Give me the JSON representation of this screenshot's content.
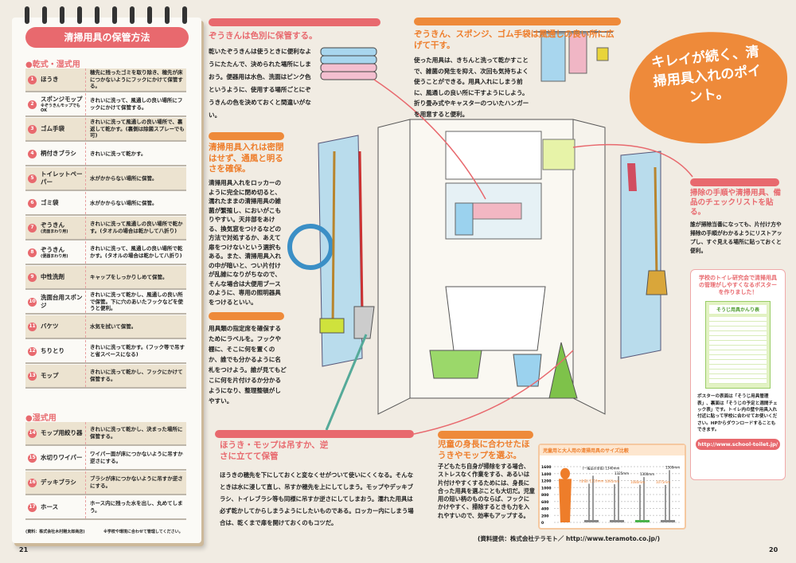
{
  "storage_table": {
    "title": "清掃用具の保管方法",
    "section_dry_wet": "●乾式・湿式用",
    "section_wet": "●湿式用",
    "rows_dry_wet": [
      {
        "num": "1",
        "name": "ほうき",
        "note": "",
        "desc": "穂先に残ったゴミを取り除き、穂先が床につかないようにフックにかけて保管する。"
      },
      {
        "num": "2",
        "name": "スポンジモップ",
        "note": "※ぞうきんモップでもOK",
        "desc": "きれいに洗って、風通しの良い場所にフックにかけて保管する。"
      },
      {
        "num": "3",
        "name": "ゴム手袋",
        "note": "",
        "desc": "きれいに洗って風通しの良い場所で、裏返して乾かす。(裏側は除菌スプレーでも可)"
      },
      {
        "num": "4",
        "name": "柄付きブラシ",
        "note": "",
        "desc": "きれいに洗って乾かす。"
      },
      {
        "num": "5",
        "name": "トイレットペーパー",
        "note": "",
        "desc": "水がかからない場所に保管。"
      },
      {
        "num": "6",
        "name": "ゴミ袋",
        "note": "",
        "desc": "水がかからない場所に保管。"
      },
      {
        "num": "7",
        "name": "ぞうきん",
        "note": "(洗面まわり用)",
        "desc": "きれいに洗って風通しの良い場所で乾かす。(タオルの場合は乾かして八折り)"
      },
      {
        "num": "8",
        "name": "ぞうきん",
        "note": "(便器まわり用)",
        "desc": "きれいに洗って、風通しの良い場所で乾かす。(タオルの場合は乾かして八折り)"
      },
      {
        "num": "9",
        "name": "中性洗剤",
        "note": "",
        "desc": "キャップをしっかりしめて保管。"
      },
      {
        "num": "10",
        "name": "洗面台用スポンジ",
        "note": "",
        "desc": "きれいに洗って乾かし、風通しの良い所で保管。下に穴のあいたフックなどを使うと便利。"
      },
      {
        "num": "11",
        "name": "バケツ",
        "note": "",
        "desc": "水気を拭いて保管。"
      },
      {
        "num": "12",
        "name": "ちりとり",
        "note": "",
        "desc": "きれいに洗って乾かす。(フック等で吊すと省スペースになる)"
      },
      {
        "num": "13",
        "name": "モップ",
        "note": "",
        "desc": "きれいに洗って乾かし、フックにかけて保管する。"
      }
    ],
    "rows_wet": [
      {
        "num": "14",
        "name": "モップ用絞り器",
        "note": "",
        "desc": "きれいに洗って乾かし、決まった場所に保管する。"
      },
      {
        "num": "15",
        "name": "水切りワイパー",
        "note": "",
        "desc": "ワイパー面が床につかないように吊すか逆さにする。"
      },
      {
        "num": "16",
        "name": "デッキブラシ",
        "note": "",
        "desc": "ブラシが床につかないように吊すか逆さにする。"
      },
      {
        "num": "17",
        "name": "ホース",
        "note": "",
        "desc": "ホース内に残った水を出し、丸めてしまう。"
      }
    ],
    "source": "(資料：株式会社木村剛太郎商店)",
    "footnote": "※学校や環境に合わせて管理してください。"
  },
  "page_left": "21",
  "page_right": "20",
  "tips": {
    "zoukin_color": {
      "title": "ぞうきんは色別に保管する。",
      "body": "乾いたぞうきんは使うときに便利なようにたたんで、決められた場所にしまおう。便器用は水色、洗面はピンク色というように、使用する場所ごとにぞうきんの色を決めておくと間違いがない。"
    },
    "ventilation": {
      "title": "清掃用具入れは密閉はせず、通風と明るさを確保。",
      "body": "清掃用具入れをロッカーのように完全に閉め切ると、濡れたままの清掃用具の雑菌が繁殖し、においがこもりやすい。天井部をあける、換気窓をつけるなどの方法で対処するか、あえて扉をつけないという選択もある。また、清掃用具入れの中が暗いと、つい片付けが乱雑になりがちなので、そんな場合は大便用ブースのように、専用の照明器具をつけるといい。"
    },
    "labels": {
      "body": "用具類の指定席を確保するためにラベルを。フックや棚に、そこに何を置くのか、誰でも分かるように名札をつけよう。誰が見てもどこに何を片付けるか分かるようになり、整理整頓がしやすい。"
    },
    "dry": {
      "title": "ぞうきん、スポンジ、ゴム手袋は風通しの良い所に広げて干す。",
      "body": "使った用具は、きちんと洗って乾かすことで、雑菌の発生を抑え、次回も気持ちよく使うことができる。用具入れにしまう前に、風通しの良い所に干すようにしよう。折り畳み式やキャスターのついたハンガーを用意すると便利。"
    },
    "checklist": {
      "title": "掃除の手順や清掃用具、備品のチェックリストを貼る。",
      "body": "誰が掃除当番になっても、片付け方や掃除の手順がわかるようにリストアップし、すぐ見える場所に貼っておくと便利。"
    },
    "hang": {
      "title": "ほうき・モップは吊すか、逆さに立てて保管",
      "body": "ほうきの穂先を下にしておくと変なくせがついて使いにくくなる。そんなときは水に浸して直し、吊すか穂先を上にしてしまう。モップやデッキブラシ、トイレブラシ等も同様に吊すか逆さにしてしまおう。濡れた用具は必ず乾かしてからしまうようにしたいものである。ロッカー内にしまう場合は、乾くまで扉を開けておくのもコツだ。"
    },
    "height": {
      "title": "児童の身長に合わせたほうきやモップを選ぶ。",
      "body": "子どもたち自身が掃除をする場合、ストレスなく作業をする、あるいは片付けやすくするためには、身長に合った用具を選ぶことも大切だ。児童用の短い柄のものならば、フックにかけやすく、掃除するときも力を入れやすいので、効率もアップする。",
      "credit": "(資料提供：株式会社テラモト／ http://www.teramoto.co.jp/)"
    }
  },
  "headline": "キレイが続く、清掃用具入れのポイント。",
  "poster": {
    "heading": "学校のトイレ研究会で清掃用具の管理がしやすくなるポスターを作りました！",
    "poster_title": "そうじ用具かんり表",
    "body": "ポスターの表面は「そうじ用具管理表」、裏面は「そうじの予定と週間チェック表」です。トイレ内の壁や用具入れ付近に貼って学校に合わせてお使いください。HPからダウンロードすることもできます。",
    "url": "http://www.school-toilet.jp/"
  },
  "chart_data": {
    "type": "bar",
    "title": "児童用と大人用の清掃用具のサイズ比較",
    "ylabel": "mm",
    "ylim": [
      0,
      1600
    ],
    "yticks": [
      "0",
      "200",
      "400",
      "600",
      "800",
      "1000",
      "1200",
      "1400",
      "1600"
    ],
    "series": [
      {
        "name": "一般品の全長",
        "values": [
          1340,
          1325,
          1300,
          1500
        ],
        "labels": [
          "(一般品の全長) 1340mm",
          "1325mm",
          "1300mm",
          "1500mm"
        ]
      },
      {
        "name": "児童用 全長",
        "values": [
          1110,
          1095,
          1080,
          1075
        ],
        "labels": [
          "(全長) 1110mm",
          "1095mm",
          "1080mm",
          "1075mm"
        ]
      }
    ],
    "colors": {
      "adult": "#9a9a9a",
      "child": "#ee7d2a"
    }
  }
}
